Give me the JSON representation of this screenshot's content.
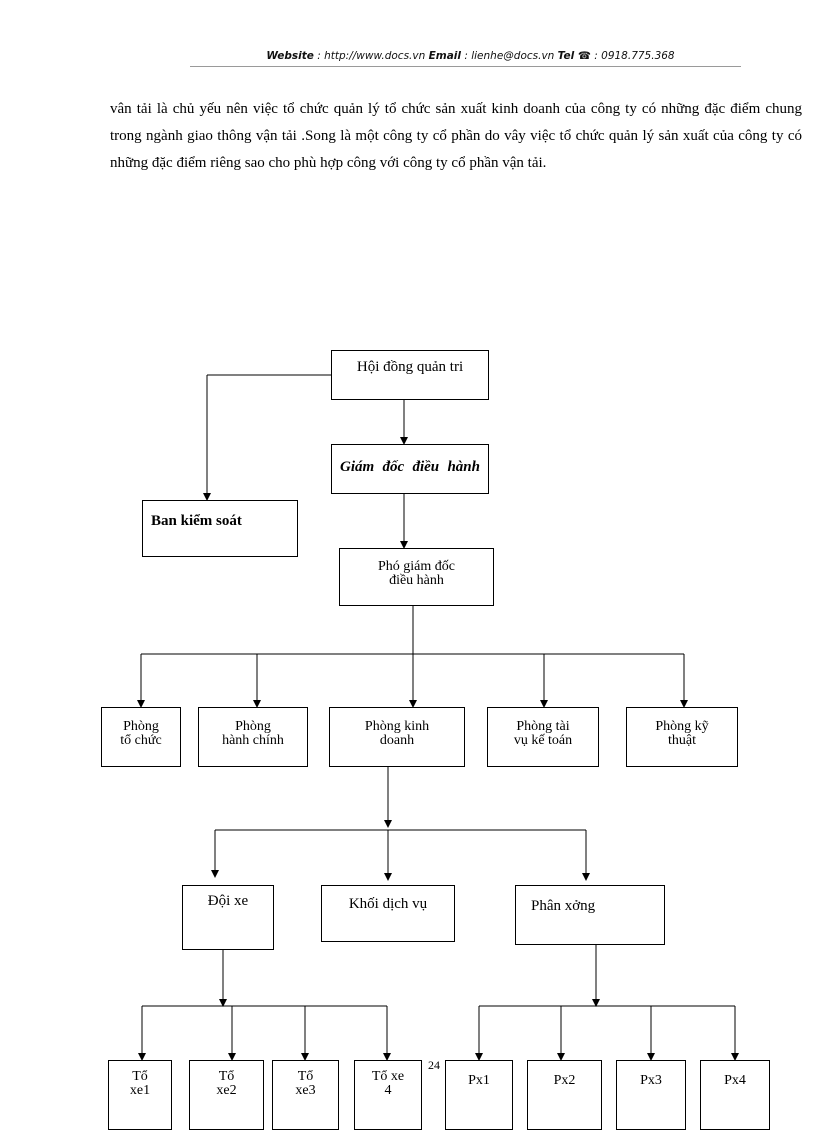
{
  "header": {
    "website_label": "Website",
    "website_value": " : http://www.docs.vn ",
    "email_label": "Email",
    "email_value": "  : lienhe@docs.vn  ",
    "tel_label": "Tel ☎",
    "tel_value": " : 0918.775.368"
  },
  "body": {
    "paragraph": "vân tải là chủ yếu nên việc tổ chức quản lý tổ chức sản xuất kinh doanh của công ty có những đặc điểm chung trong ngành giao thông vận tải .Song là một công ty cổ phần do vây việc tổ chức quản lý sản xuất của công ty có những đặc điểm riêng sao cho phù hợp công với công ty cổ phần vận tải."
  },
  "org_chart": {
    "board": "Hội đồng quản tri",
    "ceo": "Giám đốc điều hành",
    "supervisory": "Ban kiểm soát",
    "deputy": [
      "Phó giám đốc",
      "điều hành"
    ],
    "departments": [
      [
        "Phòng",
        "tổ chức"
      ],
      [
        "Phòng",
        "hành chính"
      ],
      [
        "Phòng kinh",
        "doanh"
      ],
      [
        "Phòng tài",
        "vụ kế toán"
      ],
      [
        "Phòng kỹ",
        "thuật"
      ]
    ],
    "units": [
      "Đội xe",
      "Khối dịch vụ",
      "Phân xởng"
    ],
    "teams": [
      [
        "Tổ",
        "xe1"
      ],
      [
        "Tổ",
        "xe2"
      ],
      [
        "Tổ",
        "xe3"
      ],
      [
        "Tổ xe",
        "4"
      ]
    ],
    "workshops": [
      "Px1",
      "Px2",
      "Px3",
      "Px4"
    ]
  },
  "footer": {
    "page_number": "24"
  }
}
